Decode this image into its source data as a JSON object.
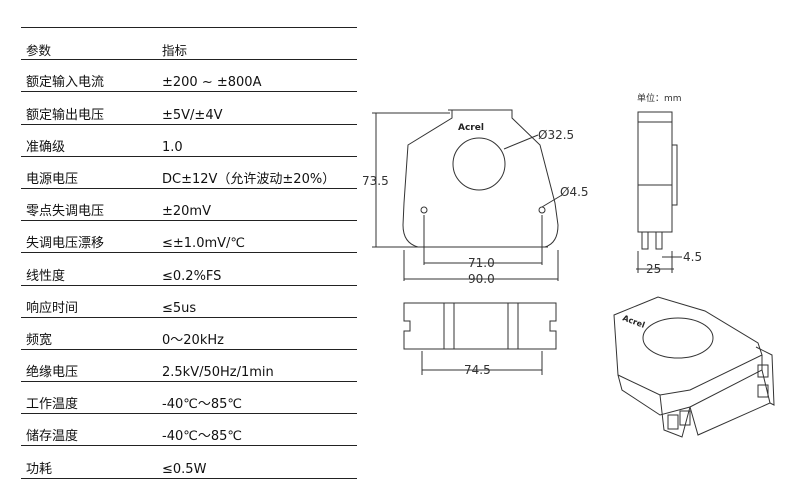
{
  "table": {
    "header": [
      "参数",
      "指标"
    ],
    "rows": [
      [
        "额定输入电流",
        "±200 ~ ±800A"
      ],
      [
        "额定输出电压",
        "±5V/±4V"
      ],
      [
        "准确级",
        "1.0"
      ],
      [
        "电源电压",
        "DC±12V（允许波动±20%）"
      ],
      [
        "零点失调电压",
        "±20mV"
      ],
      [
        "失调电压漂移",
        "≤±1.0mV/℃"
      ],
      [
        "线性度",
        "≤0.2%FS"
      ],
      [
        "响应时间",
        "≤5us"
      ],
      [
        "频宽",
        "0～20kHz"
      ],
      [
        "绝缘电压",
        "2.5kV/50Hz/1min"
      ],
      [
        "工作温度",
        "-40℃～85℃"
      ],
      [
        "储存温度",
        "-40℃～85℃"
      ],
      [
        "功耗",
        "≤0.5W"
      ]
    ]
  },
  "drawing": {
    "unit_label": "单位：mm",
    "brand": "Acrel",
    "height_dim": "73.5",
    "hole_dia": "Ø32.5",
    "pin_dia": "Ø4.5",
    "pitch_dim": "71.0",
    "width_dim": "90.0",
    "bottom_width_dim": "74.5",
    "depth_dim": "25",
    "pin_dim": "4.5"
  }
}
